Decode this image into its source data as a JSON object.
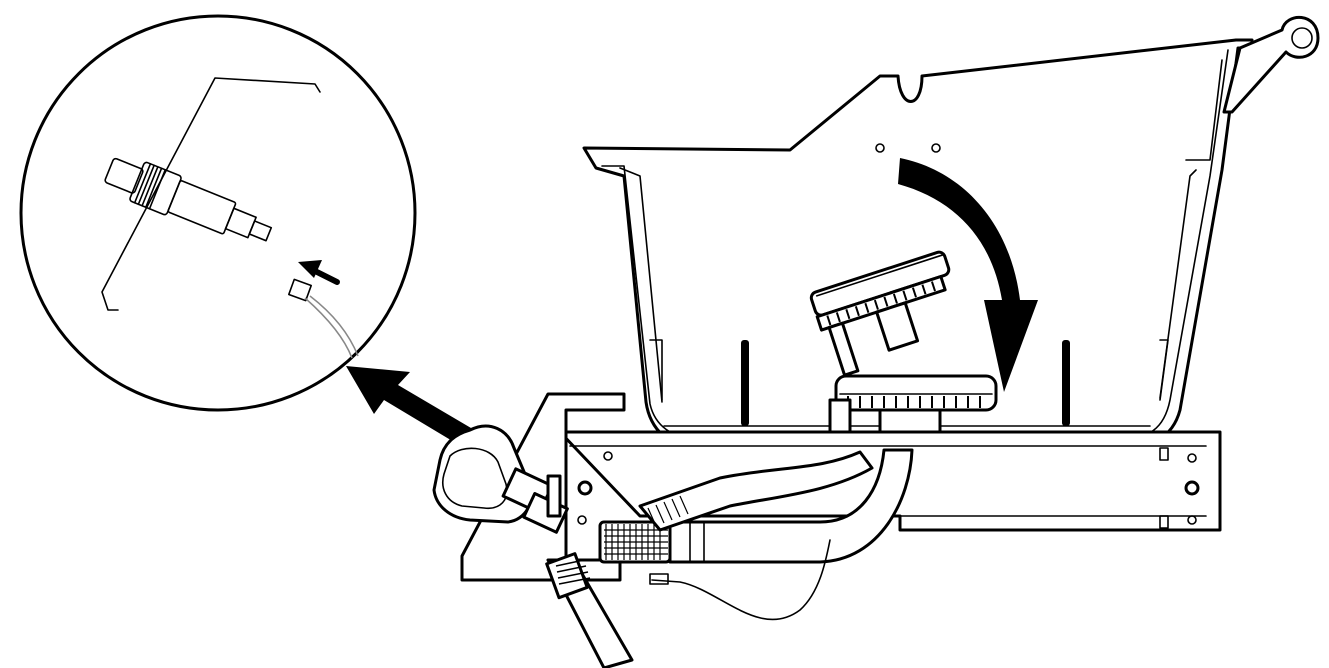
{
  "diagram": {
    "colors": {
      "line": "#000000",
      "background": "#ffffff",
      "wire": "#888888"
    },
    "components": [
      {
        "name": "detail-magnifier-circle"
      },
      {
        "name": "igniter-wire-connector"
      },
      {
        "name": "fire-bowl-basin"
      },
      {
        "name": "burner-assembly"
      },
      {
        "name": "gas-valve-bracket"
      },
      {
        "name": "control-knob"
      },
      {
        "name": "gas-hose"
      },
      {
        "name": "rotation-arrow"
      },
      {
        "name": "callout-arrow"
      }
    ]
  }
}
